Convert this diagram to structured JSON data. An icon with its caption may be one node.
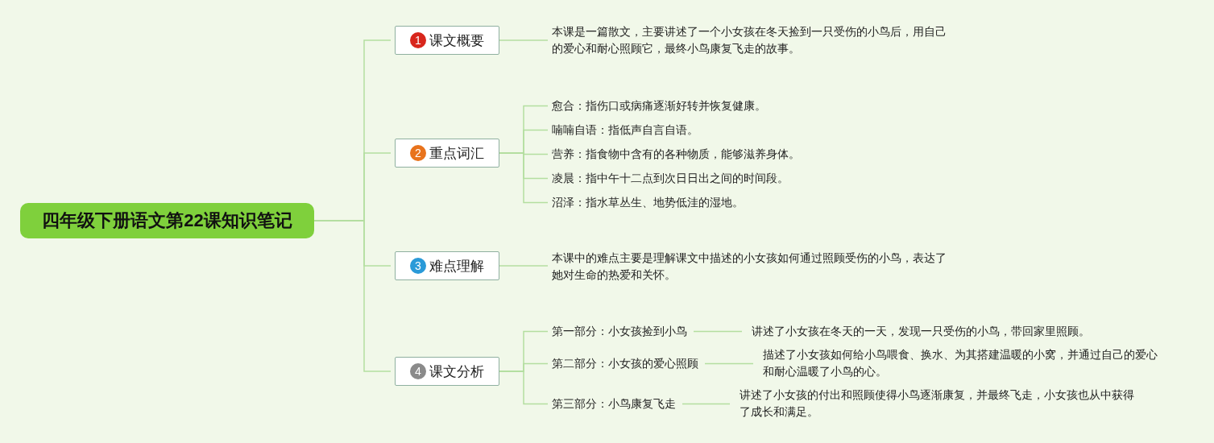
{
  "diagram": {
    "nodes": [
      {
        "text": [
          "四年级下册语文第22课知识笔记"
        ]
      },
      {
        "text": [
          "1",
          "课文概要"
        ]
      },
      {
        "text": [
          "本课是一篇散文，主要讲述了一个小女孩在冬天捡到一只受伤的小鸟后，用自己的爱心和耐心照顾它，最终小鸟康复飞走的故事。"
        ]
      },
      {
        "text": [
          "2",
          "重点词汇"
        ]
      },
      {
        "text": [
          "愈合：指伤口或病痛逐渐好转并恢复健康。"
        ]
      },
      {
        "text": [
          "喃喃自语：指低声自言自语。"
        ]
      },
      {
        "text": [
          "营养：指食物中含有的各种物质，能够滋养身体。"
        ]
      },
      {
        "text": [
          "凌晨：指中午十二点到次日日出之间的时间段。"
        ]
      },
      {
        "text": [
          "沼泽：指水草丛生、地势低洼的湿地。"
        ]
      },
      {
        "text": [
          "3",
          "难点理解"
        ]
      },
      {
        "text": [
          "本课中的难点主要是理解课文中描述的小女孩如何通过照顾受伤的小鸟，表达了她对生命的热爱和关怀。"
        ]
      },
      {
        "text": [
          "4",
          "课文分析"
        ]
      },
      {
        "text": [
          "第一部分：小女孩捡到小鸟"
        ]
      },
      {
        "text": [
          "讲述了小女孩在冬天的一天，发现一只受伤的小鸟，带回家里照顾。"
        ]
      },
      {
        "text": [
          "第二部分：小女孩的爱心照顾"
        ]
      },
      {
        "text": [
          "描述了小女孩如何给小鸟喂食、换水、为其搭建温暖的小窝，并通过自己的爱心和耐心温暖了小鸟的心。"
        ]
      },
      {
        "text": [
          "第三部分：小鸟康复飞走"
        ]
      },
      {
        "text": [
          "讲述了小女孩的付出和照顾使得小鸟逐渐康复，并最终飞走，小女孩也从中获得了成长和满足。"
        ]
      }
    ],
    "edges": [
      {
        "from": 0,
        "to": 1,
        "arrow": "none"
      },
      {
        "from": 0,
        "to": 3,
        "arrow": "none"
      },
      {
        "from": 0,
        "to": 9,
        "arrow": "none"
      },
      {
        "from": 0,
        "to": 11,
        "arrow": "none"
      },
      {
        "from": 1,
        "to": 2,
        "arrow": "none"
      },
      {
        "from": 3,
        "to": 4,
        "arrow": "none"
      },
      {
        "from": 3,
        "to": 5,
        "arrow": "none"
      },
      {
        "from": 3,
        "to": 6,
        "arrow": "none"
      },
      {
        "from": 3,
        "to": 7,
        "arrow": "none"
      },
      {
        "from": 3,
        "to": 8,
        "arrow": "none"
      },
      {
        "from": 9,
        "to": 10,
        "arrow": "none"
      },
      {
        "from": 11,
        "to": 12,
        "arrow": "none"
      },
      {
        "from": 11,
        "to": 14,
        "arrow": "none"
      },
      {
        "from": 11,
        "to": 16,
        "arrow": "none"
      },
      {
        "from": 12,
        "to": 13,
        "arrow": "none"
      },
      {
        "from": 14,
        "to": 15,
        "arrow": "none"
      },
      {
        "from": 16,
        "to": 17,
        "arrow": "none"
      }
    ]
  }
}
